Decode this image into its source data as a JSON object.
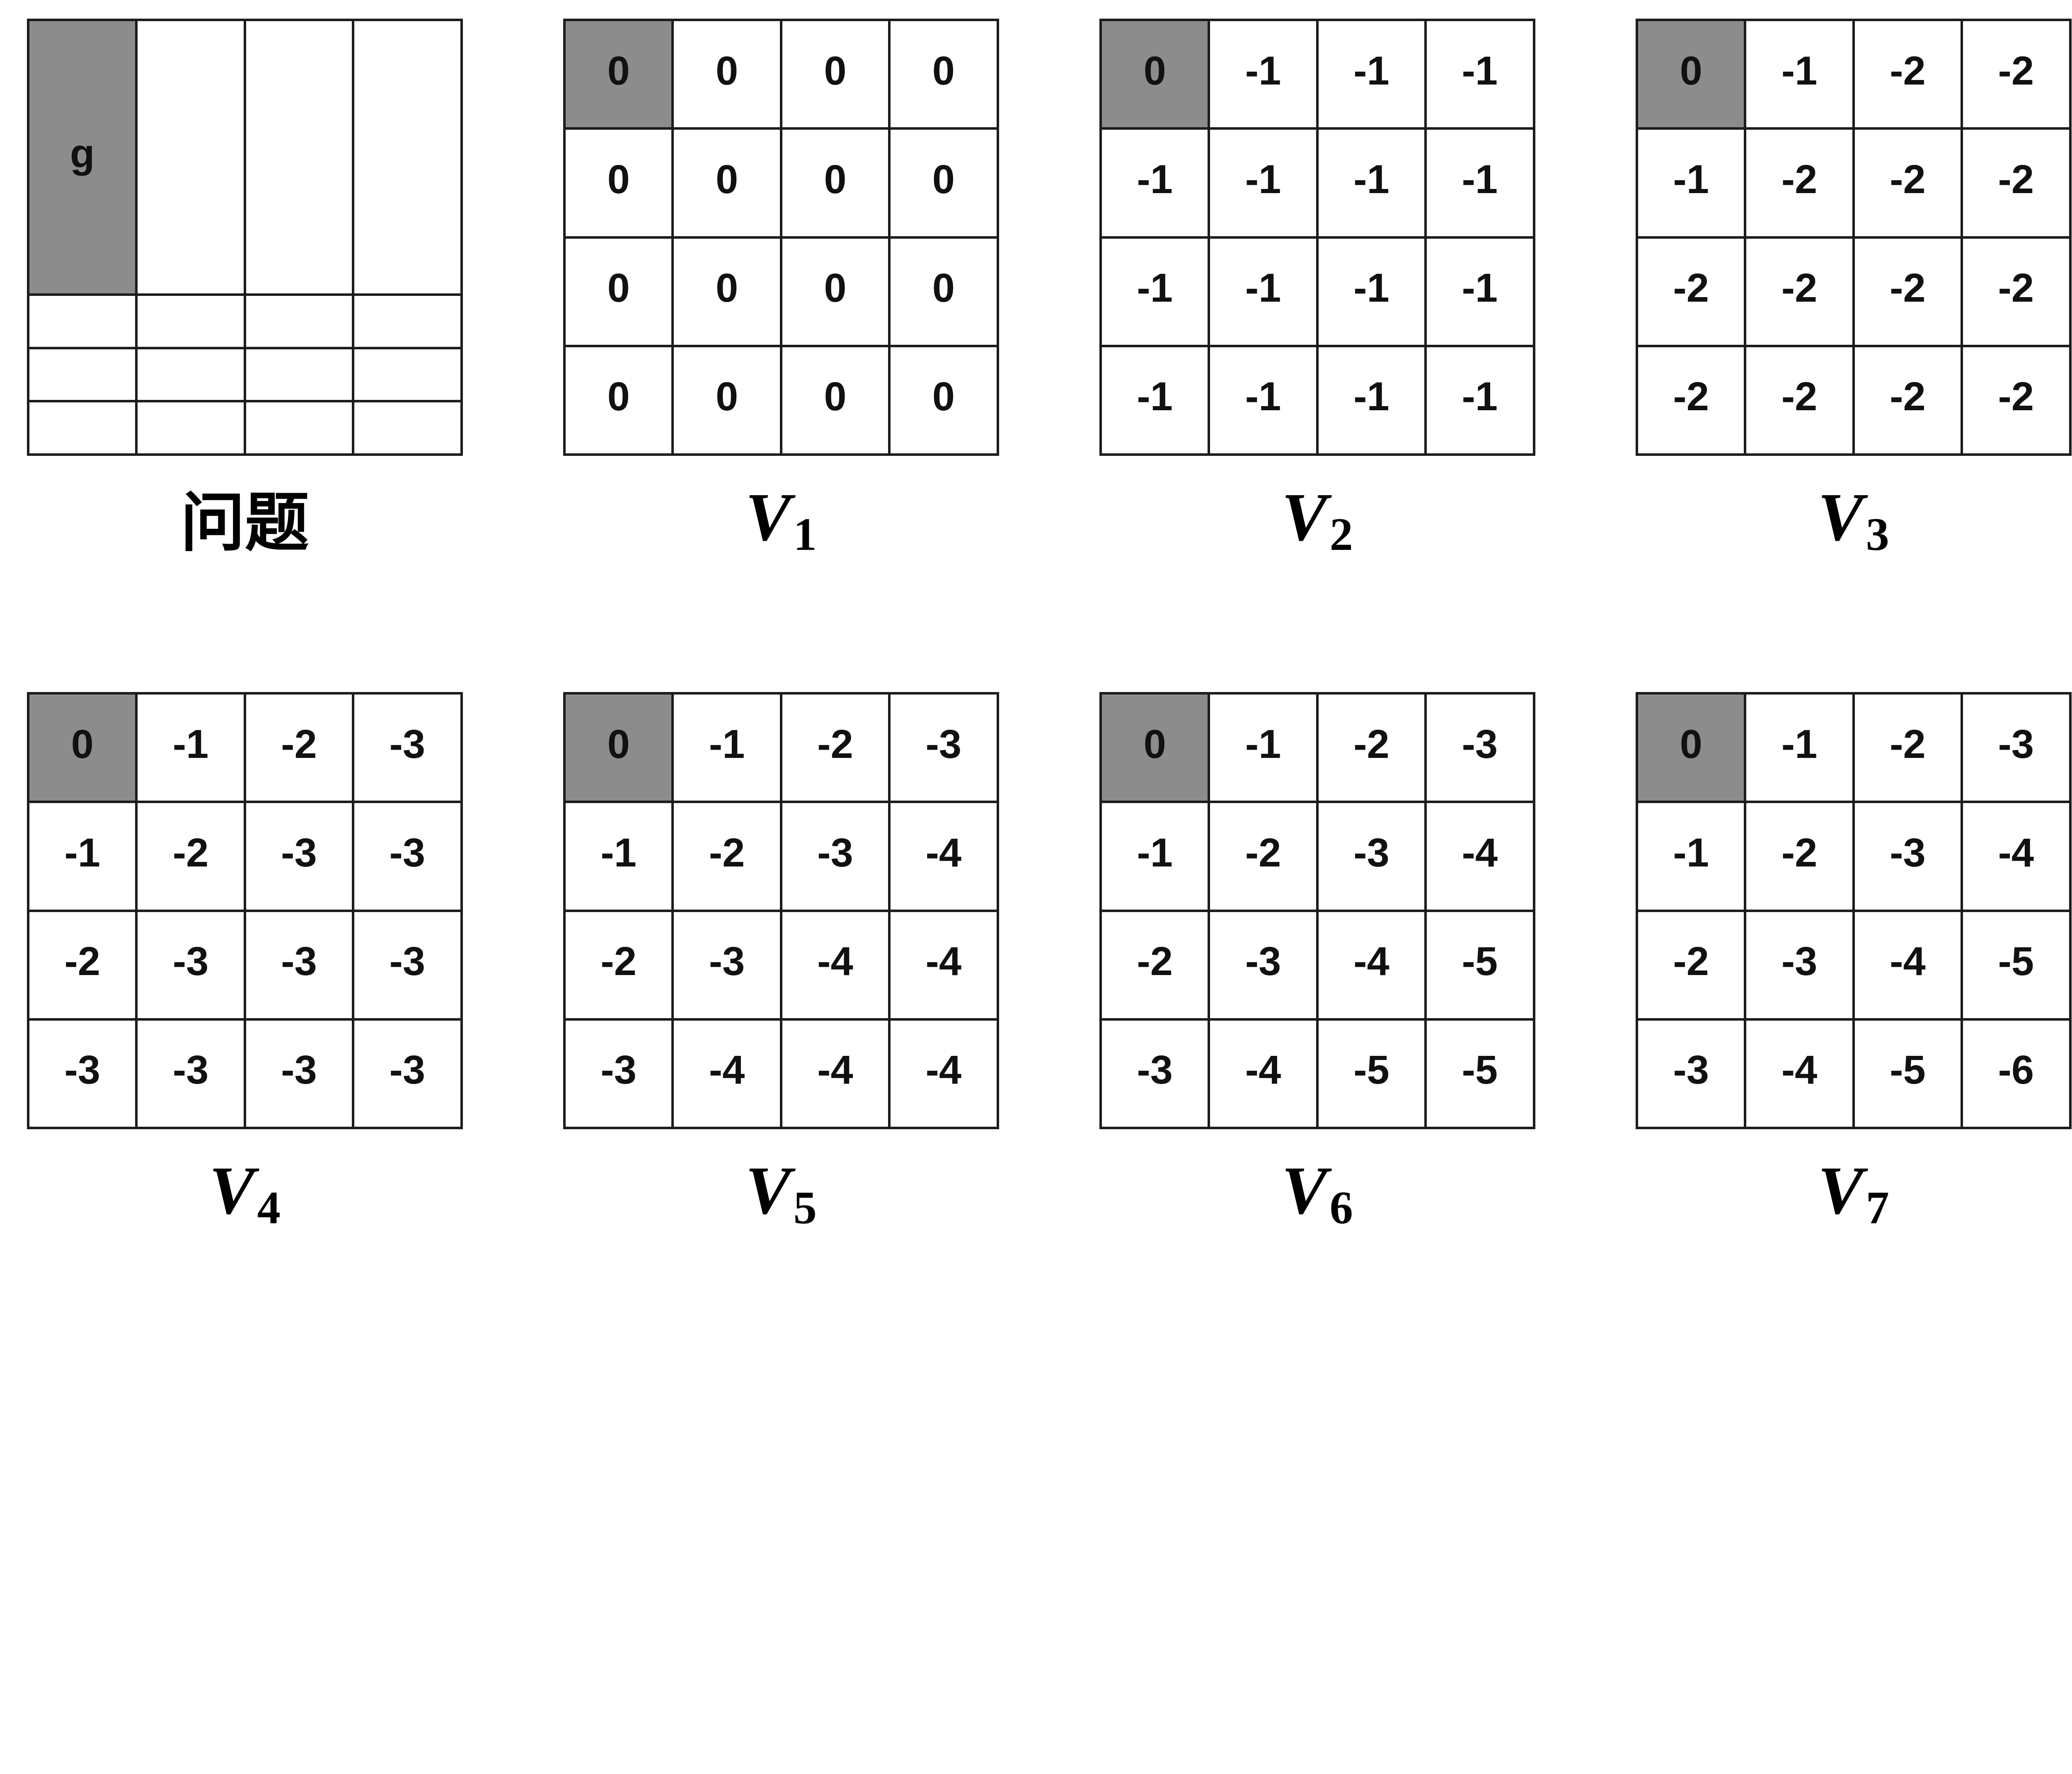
{
  "colors": {
    "background": "#ffffff",
    "goal_cell_fill": "#8c8c8c",
    "grid_line": "#1c1c1c",
    "cell_text": "#111111"
  },
  "goal_cell": {
    "row": 0,
    "col": 0
  },
  "panels": [
    {
      "id": "problem",
      "label": "问题",
      "cells": [
        [
          "g",
          "",
          "",
          ""
        ],
        [
          "",
          "",
          "",
          ""
        ],
        [
          "",
          "",
          "",
          ""
        ],
        [
          "",
          "",
          "",
          ""
        ]
      ]
    },
    {
      "id": "v1",
      "label_base": "V",
      "label_sub": "1",
      "cells": [
        [
          "0",
          "0",
          "0",
          "0"
        ],
        [
          "0",
          "0",
          "0",
          "0"
        ],
        [
          "0",
          "0",
          "0",
          "0"
        ],
        [
          "0",
          "0",
          "0",
          "0"
        ]
      ]
    },
    {
      "id": "v2",
      "label_base": "V",
      "label_sub": "2",
      "cells": [
        [
          "0",
          "-1",
          "-1",
          "-1"
        ],
        [
          "-1",
          "-1",
          "-1",
          "-1"
        ],
        [
          "-1",
          "-1",
          "-1",
          "-1"
        ],
        [
          "-1",
          "-1",
          "-1",
          "-1"
        ]
      ]
    },
    {
      "id": "v3",
      "label_base": "V",
      "label_sub": "3",
      "cells": [
        [
          "0",
          "-1",
          "-2",
          "-2"
        ],
        [
          "-1",
          "-2",
          "-2",
          "-2"
        ],
        [
          "-2",
          "-2",
          "-2",
          "-2"
        ],
        [
          "-2",
          "-2",
          "-2",
          "-2"
        ]
      ]
    },
    {
      "id": "v4",
      "label_base": "V",
      "label_sub": "4",
      "cells": [
        [
          "0",
          "-1",
          "-2",
          "-3"
        ],
        [
          "-1",
          "-2",
          "-3",
          "-3"
        ],
        [
          "-2",
          "-3",
          "-3",
          "-3"
        ],
        [
          "-3",
          "-3",
          "-3",
          "-3"
        ]
      ]
    },
    {
      "id": "v5",
      "label_base": "V",
      "label_sub": "5",
      "cells": [
        [
          "0",
          "-1",
          "-2",
          "-3"
        ],
        [
          "-1",
          "-2",
          "-3",
          "-4"
        ],
        [
          "-2",
          "-3",
          "-4",
          "-4"
        ],
        [
          "-3",
          "-4",
          "-4",
          "-4"
        ]
      ]
    },
    {
      "id": "v6",
      "label_base": "V",
      "label_sub": "6",
      "cells": [
        [
          "0",
          "-1",
          "-2",
          "-3"
        ],
        [
          "-1",
          "-2",
          "-3",
          "-4"
        ],
        [
          "-2",
          "-3",
          "-4",
          "-5"
        ],
        [
          "-3",
          "-4",
          "-5",
          "-5"
        ]
      ]
    },
    {
      "id": "v7",
      "label_base": "V",
      "label_sub": "7",
      "cells": [
        [
          "0",
          "-1",
          "-2",
          "-3"
        ],
        [
          "-1",
          "-2",
          "-3",
          "-4"
        ],
        [
          "-2",
          "-3",
          "-4",
          "-5"
        ],
        [
          "-3",
          "-4",
          "-5",
          "-6"
        ]
      ]
    }
  ]
}
